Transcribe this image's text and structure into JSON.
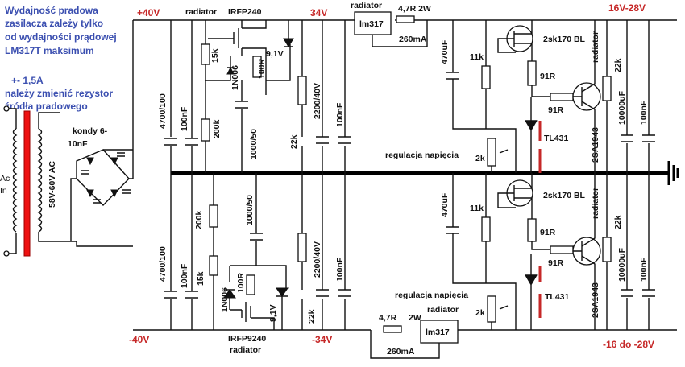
{
  "note": {
    "lines": [
      "Wydajność pradowa",
      "zasilacza zależy tylko",
      "od wydajności prądowej",
      "LM317T maksimum",
      "+- 1,5A",
      "należy zmienić rezystor",
      "źródła pradowego"
    ]
  },
  "input": {
    "ac": "Ac",
    "in": "In",
    "transformer": "58V-60V AC",
    "kondy": "kondy 6-",
    "kondy2": "10nF"
  },
  "rails": {
    "pos40": "+40V",
    "neg40": "-40V",
    "pos34": "34V",
    "neg34": "-34V",
    "out_pos": "16V-28V",
    "out_neg": "-16 do -28V"
  },
  "top": {
    "radiator1": "radiator",
    "irfp": "IRFP240",
    "r15k": "15k",
    "in006": "1N006",
    "r100r": "100R",
    "zener": "9,1V",
    "r200k": "200k",
    "c1000": "1000/50",
    "c4700": "4700/100",
    "c100nf": "100nF",
    "r22k": "22k",
    "c2200": "2200/40V",
    "c100nf2": "100nF",
    "radiator2": "radiator",
    "lm317": "lm317",
    "r47": "4,7R 2W",
    "i260": "260mA",
    "c470": "470uF",
    "r11k": "11k",
    "jfet": "2sk170 BL",
    "r91a": "91R",
    "r91b": "91R",
    "radiator3": "radiator",
    "tr": "2SA1943",
    "r22k2": "22k",
    "c10000": "10000uF",
    "c100nf3": "100nF",
    "reg": "regulacja napięcia",
    "p2k": "2k",
    "tl": "TL431"
  },
  "bottom": {
    "r200k": "200k",
    "c1000": "1000/50",
    "c4700": "4700/100",
    "c100nf": "100nF",
    "r15k": "15k",
    "in006": "1N006",
    "r100r": "100R",
    "zener": "9,1V",
    "irfp": "IRFP9240",
    "radiator1": "radiator",
    "r22k": "22k",
    "c2200": "2200/40V",
    "c100nf2": "100nF",
    "r47": "4,7R",
    "w2": "2W",
    "radiator2": "radiator",
    "lm317": "lm317",
    "i260": "260mA",
    "c470": "470uF",
    "r11k": "11k",
    "jfet": "2sk170 BL",
    "r91a": "91R",
    "r91b": "91R",
    "radiator3": "radiator",
    "tr": "2SA1943",
    "r22k2": "22k",
    "c10000": "10000uF",
    "c100nf3": "100nF",
    "reg": "regulacja napięcia",
    "p2k": "2k",
    "tl": "TL431"
  }
}
